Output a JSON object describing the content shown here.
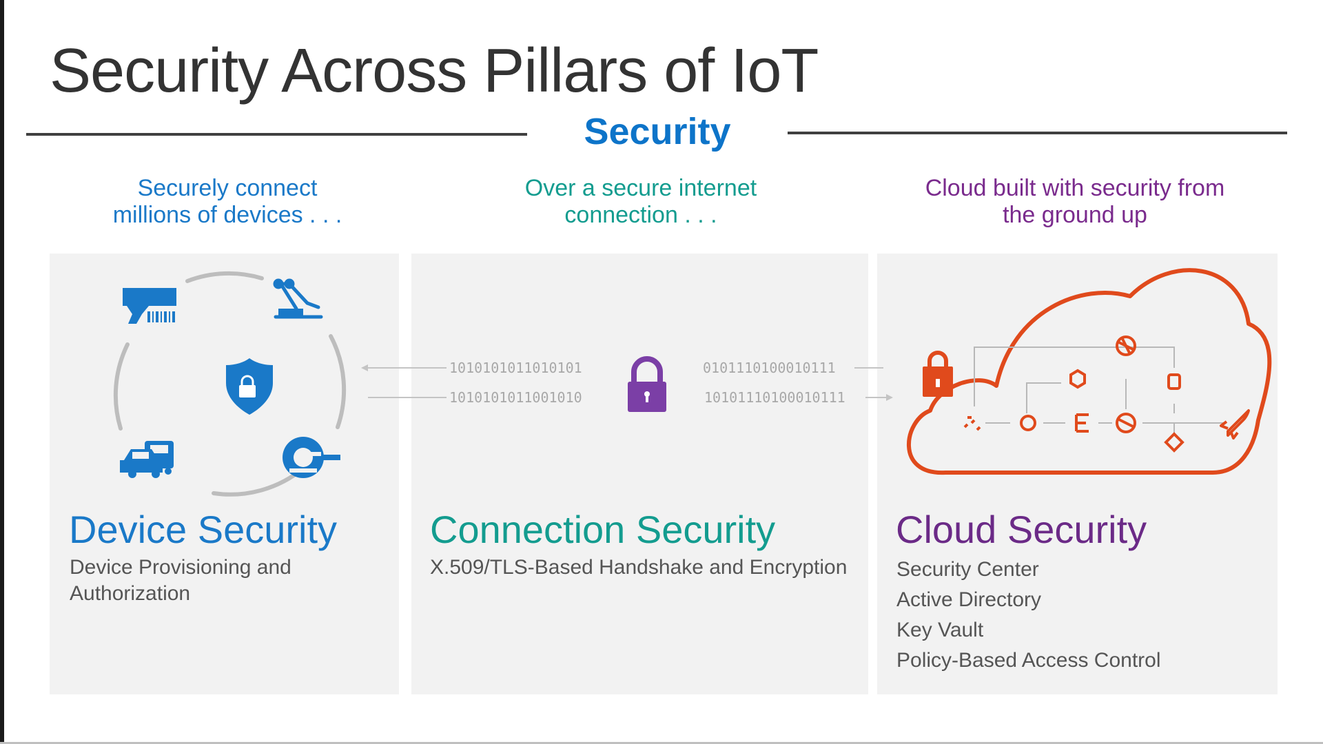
{
  "slide": {
    "title": "Security Across Pillars of IoT",
    "section_label": "Security"
  },
  "pillars": {
    "device": {
      "tagline": "Securely connect\nmillions of devices . . .",
      "title": "Device Security",
      "description": "Device Provisioning and\nAuthorization"
    },
    "connection": {
      "tagline": "Over a secure internet\nconnection . . .",
      "title": "Connection Security",
      "description": "X.509/TLS-Based Handshake and Encryption",
      "binary": {
        "left_top": "1010101011010101",
        "left_bottom": "1010101011001010",
        "right_top": "0101110100010111",
        "right_bottom": "10101110100010111"
      }
    },
    "cloud": {
      "tagline": "Cloud built with security from\nthe ground up",
      "title": "Cloud Security",
      "items": [
        "Security Center",
        "Active Directory",
        "Key Vault",
        "Policy-Based Access Control"
      ]
    }
  },
  "colors": {
    "device_blue": "#1a79c8",
    "connection_teal": "#139c8f",
    "cloud_purple": "#6b2a87",
    "lock_purple": "#7b3fa6",
    "cloud_orange": "#e04a1c"
  },
  "icons": [
    "barcode-scanner-icon",
    "robot-arm-icon",
    "shield-lock-icon",
    "vehicles-icon",
    "meter-icon",
    "padlock-icon",
    "cloud-icon",
    "cloud-padlock-icon",
    "rocket-icon"
  ]
}
